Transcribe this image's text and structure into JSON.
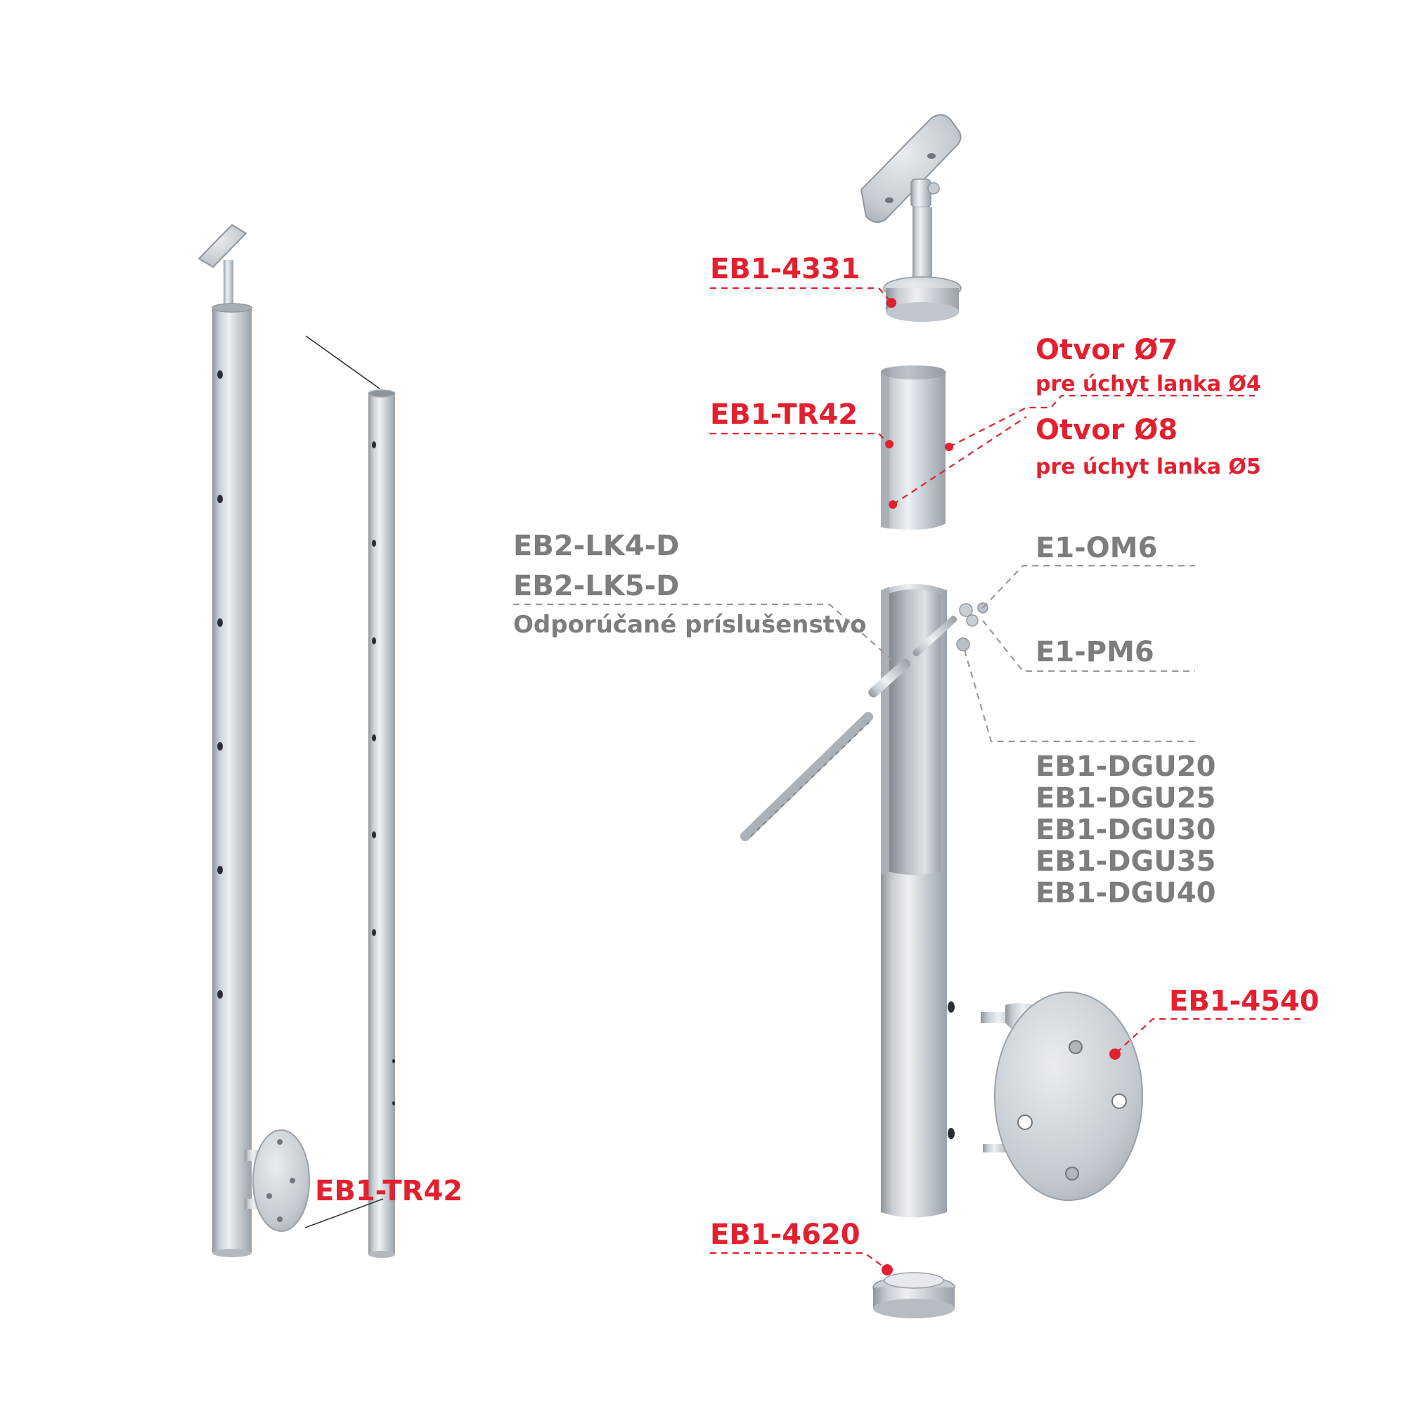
{
  "colors": {
    "accent_red": "#e2202f",
    "label_grey": "#7d7d7d",
    "steel": "#c5cbd1"
  },
  "left_post": {
    "label": "EB1-TR42"
  },
  "parts": {
    "handrail_holder": "EB1-4331",
    "inner_tube": "EB1-TR42",
    "bottom_cap": "EB1-4620",
    "wall_flange": "EB1-4540",
    "hole7_title": "Otvor Ø7",
    "hole7_sub": "pre úchyt lanka Ø4",
    "hole8_title": "Otvor Ø8",
    "hole8_sub": "pre úchyt lanka Ø5",
    "cable_a": "EB2-LK4-D",
    "cable_b": "EB2-LK5-D",
    "accessory_note": "Odporúčané príslušenstvo",
    "nut": "E1-OM6",
    "washer": "E1-PM6",
    "spacers": [
      "EB1-DGU20",
      "EB1-DGU25",
      "EB1-DGU30",
      "EB1-DGU35",
      "EB1-DGU40"
    ]
  }
}
